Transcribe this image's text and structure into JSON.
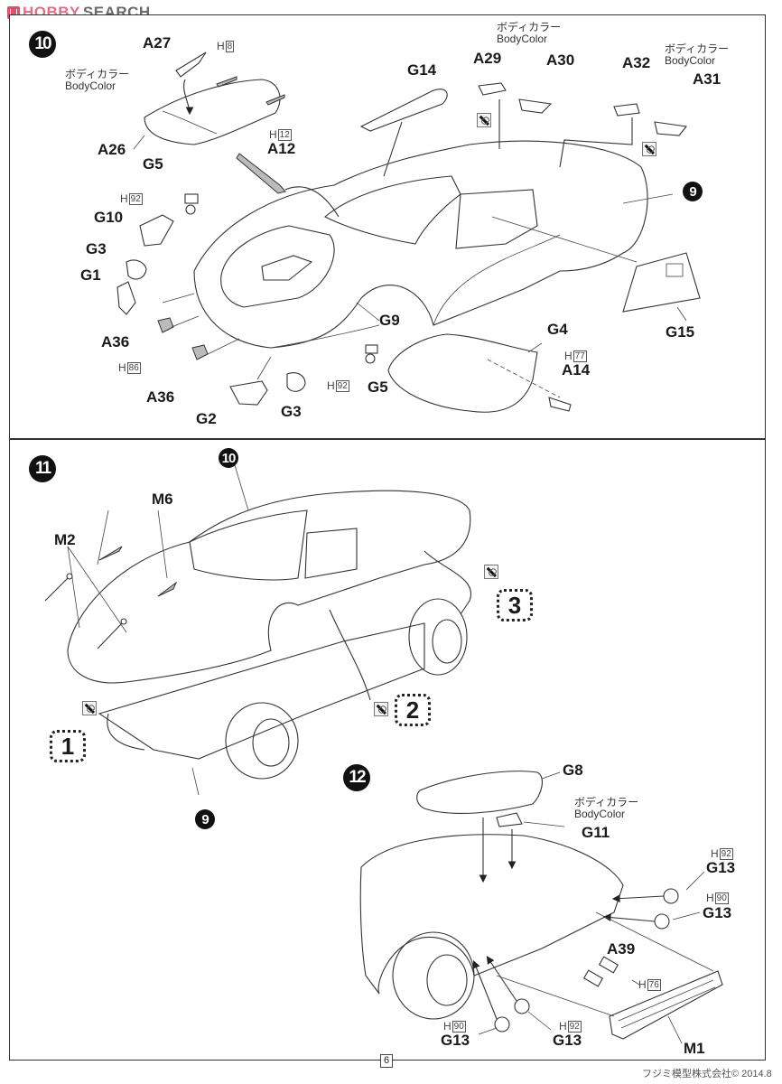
{
  "watermark": {
    "brand_a": "HOBBY",
    "brand_b": "SEARCH"
  },
  "page": {
    "number": "6",
    "footer": "フジミ模型株式会社© 2014.8"
  },
  "paint_note": {
    "jp": "ボディカラー",
    "en": "BodyColor"
  },
  "step10": {
    "step_number": "10",
    "body_ref": "9",
    "labels": {
      "a27": "A27",
      "a26": "A26",
      "g5_top": "G5",
      "g10": "G10",
      "g3_top": "G3",
      "g1": "G1",
      "a36_top": "A36",
      "a36_bottom": "A36",
      "g2": "G2",
      "g3_bottom": "G3",
      "g5_bottom": "G5",
      "a12": "A12",
      "g14": "G14",
      "a29": "A29",
      "a30": "A30",
      "a32": "A32",
      "a31": "A31",
      "g9": "G9",
      "g15": "G15",
      "g4": "G4",
      "a14": "A14"
    },
    "hcodes": {
      "h8": {
        "prefix": "H",
        "code": "8"
      },
      "h12": {
        "prefix": "H",
        "code": "12"
      },
      "h92_top": {
        "prefix": "H",
        "code": "92"
      },
      "h86": {
        "prefix": "H",
        "code": "86"
      },
      "h92_bottom": {
        "prefix": "H",
        "code": "92"
      },
      "h77": {
        "prefix": "H",
        "code": "77"
      }
    }
  },
  "step11": {
    "step_number": "11",
    "body_ref": "10",
    "chassis_ref": "9",
    "labels": {
      "m6": "M6",
      "m2": "M2"
    },
    "sub_refs": [
      "1",
      "2",
      "3"
    ]
  },
  "step12": {
    "step_number": "12",
    "labels": {
      "g8": "G8",
      "g11": "G11",
      "g13_r1": "G13",
      "g13_r2": "G13",
      "a39": "A39",
      "g13_b1": "G13",
      "g13_b2": "G13",
      "m1": "M1"
    },
    "hcodes": {
      "g13_r1": {
        "prefix": "H",
        "code": "92"
      },
      "g13_r2": {
        "prefix": "H",
        "code": "90"
      },
      "a39": {
        "prefix": "H",
        "code": "76"
      },
      "g13_b1": {
        "prefix": "H",
        "code": "90"
      },
      "g13_b2": {
        "prefix": "H",
        "code": "92"
      }
    }
  }
}
